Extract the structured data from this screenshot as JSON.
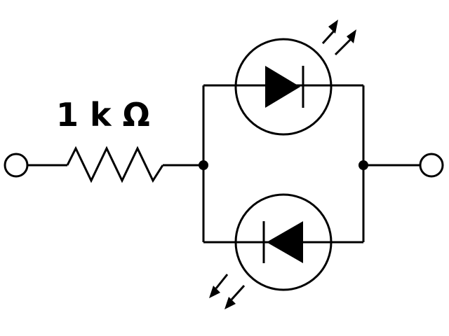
{
  "diagram": {
    "resistor_label": "1 k Ω",
    "components": {
      "resistor": "resistor-symbol",
      "led_top": "led-forward-symbol",
      "led_bottom": "led-reverse-symbol"
    },
    "colors": {
      "line": "#000000",
      "background": "#ffffff"
    }
  }
}
